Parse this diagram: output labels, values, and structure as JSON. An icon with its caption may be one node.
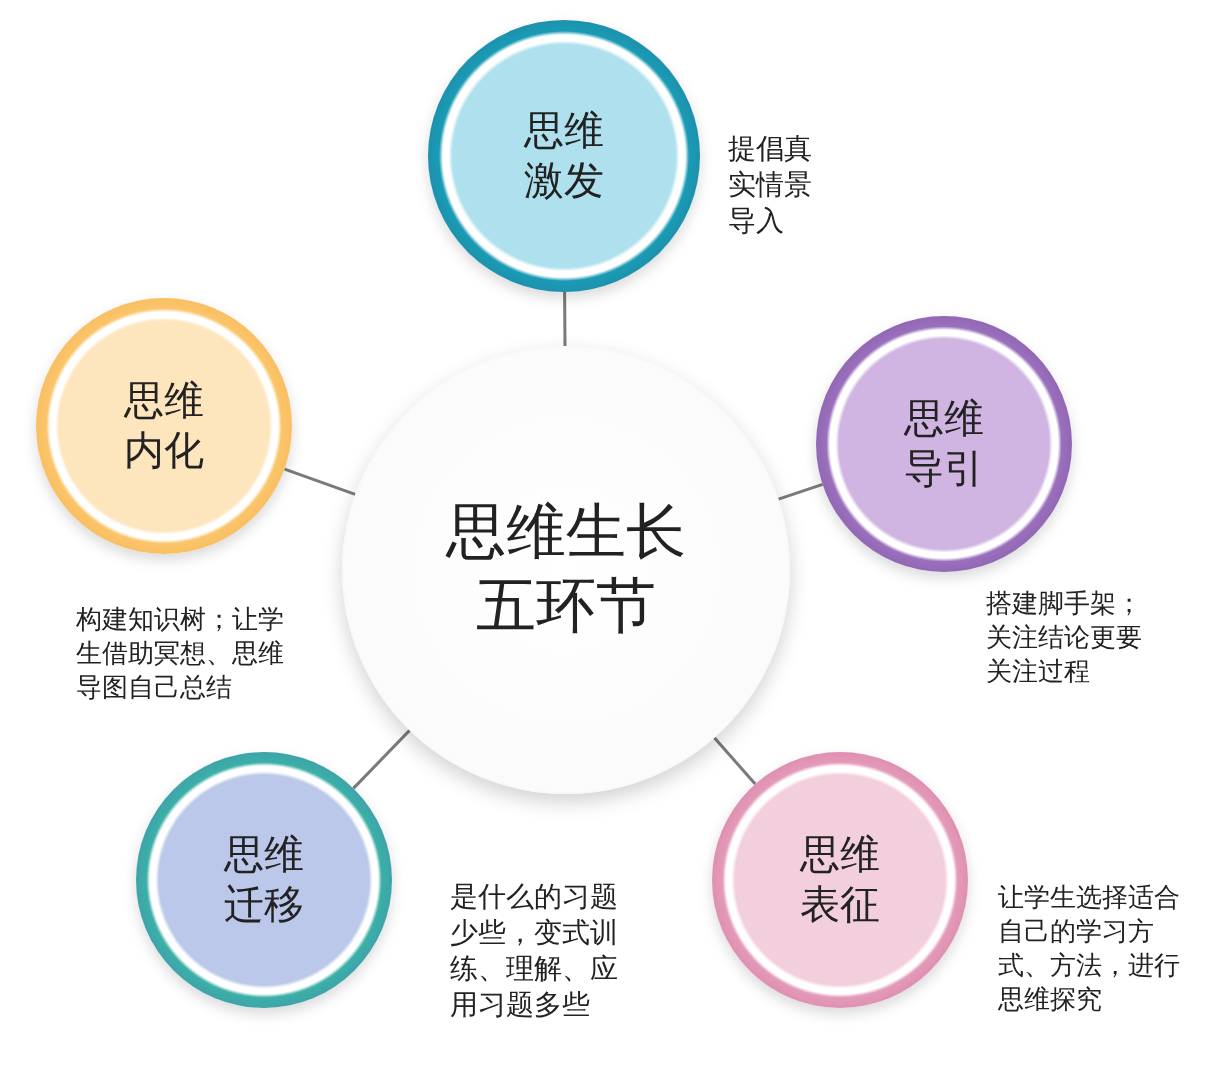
{
  "diagram": {
    "nodes": [
      {
        "text": [
          "思维生长五环节"
        ]
      },
      {
        "text": [
          "思维激发"
        ],
        "beside": [
          "提倡真实情景导入"
        ]
      },
      {
        "text": [
          "思维导引"
        ],
        "beside": [
          "搭建脚手架；关注结论更要关注过程"
        ]
      },
      {
        "text": [
          "思维表征"
        ],
        "beside": [
          "让学生选择适合自己的学习方式、方法，进行思维探究"
        ]
      },
      {
        "text": [
          "思维迁移"
        ],
        "beside": [
          "是什么的习题少些，变式训练、理解、应用习题多些"
        ]
      },
      {
        "text": [
          "思维内化"
        ],
        "beside": [
          "构建知识树；让学生借助冥想、思维导图自己总结"
        ]
      }
    ],
    "edges": [
      {
        "from": 0,
        "to": 1,
        "arrow": "none"
      },
      {
        "from": 0,
        "to": 2,
        "arrow": "none"
      },
      {
        "from": 0,
        "to": 3,
        "arrow": "none"
      },
      {
        "from": 0,
        "to": 4,
        "arrow": "none"
      },
      {
        "from": 0,
        "to": 5,
        "arrow": "none"
      }
    ]
  }
}
